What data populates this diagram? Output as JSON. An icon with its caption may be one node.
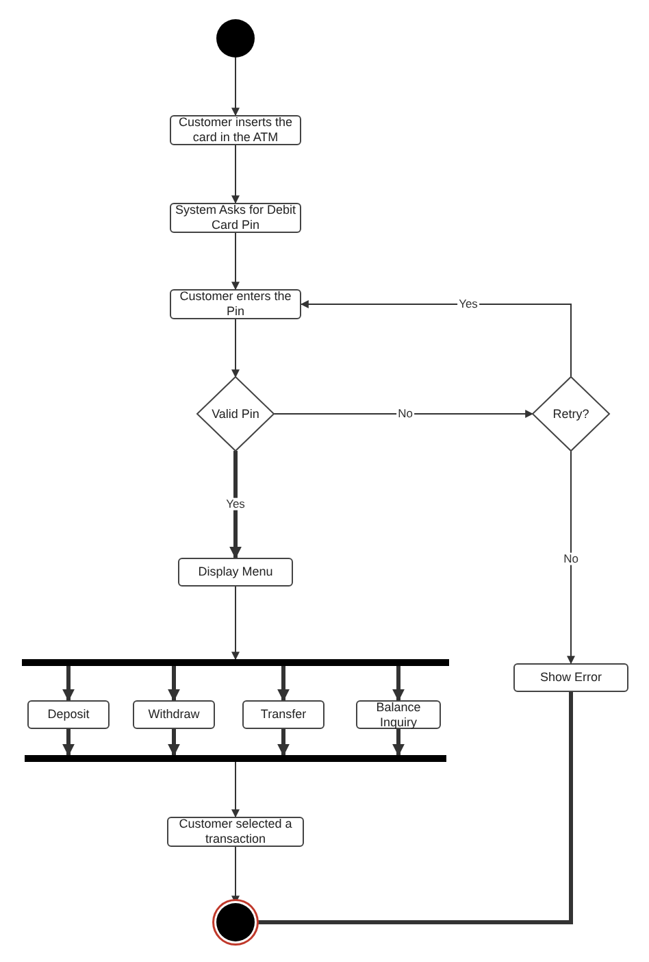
{
  "diagram": {
    "nodes": [
      {
        "text": [],
        "shape": "circle"
      },
      {
        "text": [
          "Customer inserts the card in the ATM"
        ]
      },
      {
        "text": [
          "System Asks for Debit Card Pin"
        ]
      },
      {
        "text": [
          "Customer enters the Pin"
        ]
      },
      {
        "text": [
          "Valid Pin"
        ]
      },
      {
        "text": [
          "Retry?"
        ]
      },
      {
        "text": [
          "Display Menu"
        ]
      },
      {
        "text": [],
        "shape": "bar"
      },
      {
        "text": [
          "Deposit"
        ]
      },
      {
        "text": [
          "Withdraw"
        ]
      },
      {
        "text": [
          "Transfer"
        ]
      },
      {
        "text": [
          "Balance Inquiry"
        ]
      },
      {
        "text": [],
        "shape": "bar"
      },
      {
        "text": [
          "Customer selected a transaction"
        ]
      },
      {
        "text": [
          "Show Error"
        ]
      },
      {
        "text": [],
        "shape": "circle"
      }
    ],
    "edges": [
      {
        "from": 0,
        "to": 1,
        "arrow": "to"
      },
      {
        "from": 1,
        "to": 2,
        "arrow": "to"
      },
      {
        "from": 2,
        "to": 3,
        "arrow": "to"
      },
      {
        "from": 3,
        "to": 4,
        "arrow": "to"
      },
      {
        "from": 4,
        "to": 5,
        "arrow": "to",
        "label": "No"
      },
      {
        "from": 5,
        "to": 3,
        "arrow": "to",
        "label": "Yes"
      },
      {
        "from": 4,
        "to": 6,
        "arrow": "to",
        "label": "Yes",
        "style": "thick"
      },
      {
        "from": 5,
        "to": 14,
        "arrow": "to",
        "label": "No"
      },
      {
        "from": 6,
        "to": 7,
        "arrow": "to"
      },
      {
        "from": 7,
        "to": 8,
        "arrow": "to",
        "style": "thick"
      },
      {
        "from": 7,
        "to": 9,
        "arrow": "to",
        "style": "thick"
      },
      {
        "from": 7,
        "to": 10,
        "arrow": "to",
        "style": "thick"
      },
      {
        "from": 7,
        "to": 11,
        "arrow": "to",
        "style": "thick"
      },
      {
        "from": 8,
        "to": 12,
        "arrow": "to",
        "style": "thick"
      },
      {
        "from": 9,
        "to": 12,
        "arrow": "to",
        "style": "thick"
      },
      {
        "from": 10,
        "to": 12,
        "arrow": "to",
        "style": "thick"
      },
      {
        "from": 11,
        "to": 12,
        "arrow": "to",
        "style": "thick"
      },
      {
        "from": 12,
        "to": 13,
        "arrow": "to"
      },
      {
        "from": 13,
        "to": 15,
        "arrow": "to"
      },
      {
        "from": 14,
        "to": 15,
        "arrow": "none",
        "style": "thick"
      }
    ]
  }
}
